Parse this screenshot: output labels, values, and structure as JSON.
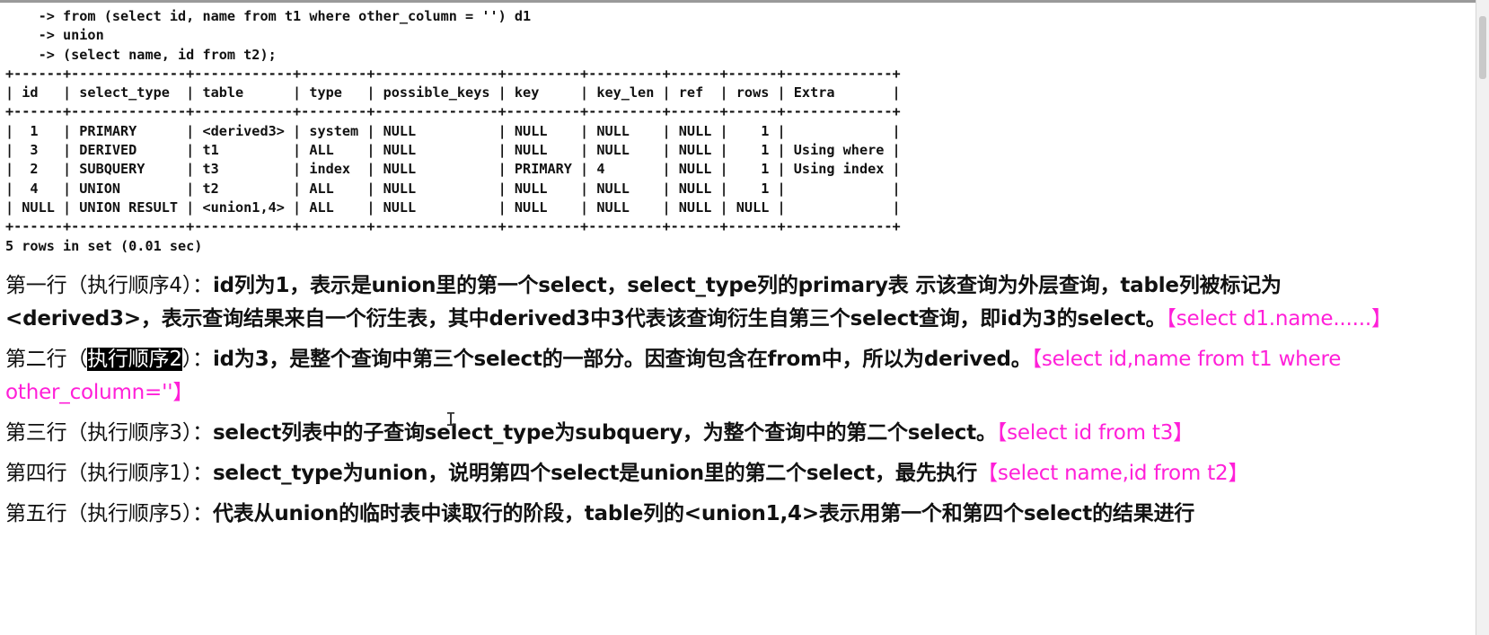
{
  "console": {
    "query_lines": [
      "    -> from (select id, name from t1 where other_column = '') d1",
      "    -> union",
      "    -> (select name, id from t2);"
    ],
    "table": {
      "border": "+------+--------------+------------+--------+---------------+---------+---------+------+------+-------------+",
      "header": "| id   | select_type  | table      | type   | possible_keys | key     | key_len | ref  | rows | Extra       |",
      "rows": [
        "|  1   | PRIMARY      | <derived3> | system | NULL          | NULL    | NULL    | NULL |    1 |             |",
        "|  3   | DERIVED      | t1         | ALL    | NULL          | NULL    | NULL    | NULL |    1 | Using where |",
        "|  2   | SUBQUERY     | t3         | index  | NULL          | PRIMARY | 4       | NULL |    1 | Using index |",
        "|  4   | UNION        | t2         | ALL    | NULL          | NULL    | NULL    | NULL |    1 |             |",
        "| NULL | UNION RESULT | <union1,4> | ALL    | NULL          | NULL    | NULL    | NULL | NULL |             |"
      ]
    },
    "summary": "5 rows in set (0.01 sec)"
  },
  "explanation": {
    "p1": {
      "prefix": "第一行（执行顺序4）：",
      "body": "id列为1，表示是union里的第一个select，select_type列的primary表 示该查询为外层查询，table列被标记为<derived3>，表示查询结果来自一个衍生表，其中derived3中3代表该查询衍生自第三个select查询，即id为3的select。",
      "ref": "【select d1.name......】"
    },
    "p2": {
      "prefix_start": "第二行（",
      "highlight": "执行顺序2",
      "prefix_end": "）：",
      "body": "id为3，是整个查询中第三个select的一部分。因查询包含在from中，所以为derived。",
      "ref": "【select id,name from t1 where other_column=''】"
    },
    "p3": {
      "prefix": "第三行（执行顺序3）：",
      "body": "select列表中的子查询select_type为subquery，为整个查询中的第二个select。",
      "ref": "【select id from t3】"
    },
    "p4": {
      "prefix": "第四行（执行顺序1）：",
      "body": "select_type为union，说明第四个select是union里的第二个select，最先执行",
      "ref": "【select name,id from t2】"
    },
    "p5": {
      "prefix": "第五行（执行顺序5）：",
      "body": "代表从union的临时表中读取行的阶段，table列的<union1,4>表示用第一个和第四个select的结果进行"
    }
  },
  "cursor_glyph": "I",
  "colors": {
    "reference_text": "#ff1fd8",
    "selection_bg": "#000000"
  }
}
